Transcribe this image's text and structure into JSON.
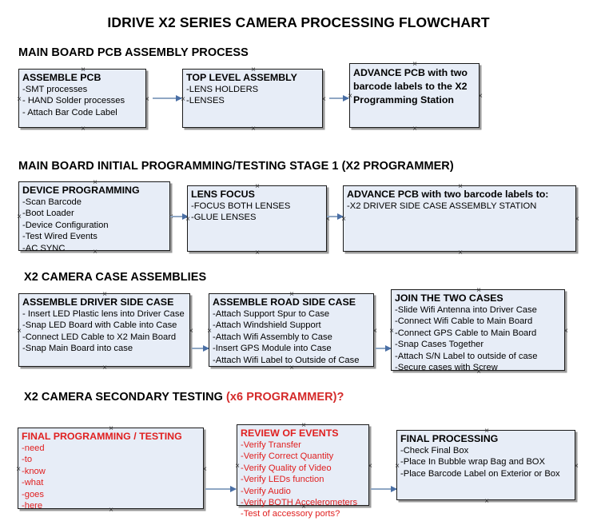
{
  "document": {
    "title": "IDRIVE X2  SERIES CAMERA PROCESSING FLOWCHART",
    "background_color": "#ffffff",
    "box_fill_color": "#e7edf7",
    "box_border_color": "#1a1a1a",
    "connector_color": "#8fa7c4",
    "accent_color": "#d42a2a",
    "red_text_color": "#e02020"
  },
  "sections": [
    {
      "id": "main-board-pcb-assembly",
      "heading": "MAIN BOARD PCB ASSEMBLY PROCESS",
      "heading_accent": "",
      "boxes": [
        {
          "id": "assemble-pcb",
          "title": "ASSEMBLE PCB",
          "lines": [
            "-SMT processes",
            "- HAND Solder processes",
            "- Attach Bar Code Label"
          ],
          "color": "black"
        },
        {
          "id": "top-level-assembly",
          "title": "TOP LEVEL ASSEMBLY",
          "lines": [
            "-LENS HOLDERS",
            "-LENSES"
          ],
          "color": "black"
        },
        {
          "id": "advance-pcb-to-x2-programming-station",
          "title": "ADVANCE PCB with two barcode labels to the  X2 Programming Station",
          "lines": [],
          "color": "black"
        }
      ]
    },
    {
      "id": "main-board-initial-programming",
      "heading": "MAIN BOARD INITIAL PROGRAMMING/TESTING STAGE 1 (X2 PROGRAMMER)",
      "heading_accent": "",
      "boxes": [
        {
          "id": "device-programming",
          "title": "DEVICE PROGRAMMING",
          "lines": [
            "-Scan Barcode",
            "-Boot Loader",
            "-Device Configuration",
            "-Test Wired Events",
            "-AC SYNC"
          ],
          "color": "black"
        },
        {
          "id": "lens-focus",
          "title": "LENS FOCUS",
          "lines": [
            "-FOCUS BOTH LENSES",
            "-GLUE LENSES"
          ],
          "color": "black"
        },
        {
          "id": "advance-pcb-to-driver-side-case-station",
          "title": "ADVANCE PCB with two barcode labels to:",
          "lines": [
            "-X2 DRIVER  SIDE  CASE  ASSEMBLY STATION"
          ],
          "color": "black"
        }
      ]
    },
    {
      "id": "x2-camera-case-assemblies",
      "heading": "X2 CAMERA CASE ASSEMBLIES",
      "heading_accent": "",
      "boxes": [
        {
          "id": "assemble-driver-side-case",
          "title": "ASSEMBLE DRIVER SIDE CASE",
          "lines": [
            "- Insert LED Plastic lens into Driver Case",
            "-Snap LED Board with Cable into Case",
            "-Connect LED Cable to X2 Main Board",
            "-Snap Main Board into case"
          ],
          "color": "black"
        },
        {
          "id": "assemble-road-side-case",
          "title": "ASSEMBLE ROAD SIDE CASE",
          "lines": [
            "-Attach Support Spur to Case",
            "-Attach Windshield Support",
            "-Attach Wifi Assembly to Case",
            "-Insert GPS Module into Case",
            "-Attach Wifi Label to Outside of Case"
          ],
          "color": "black"
        },
        {
          "id": "join-the-two-cases",
          "title": "JOIN THE TWO CASES",
          "lines": [
            "-Slide Wifi Antenna into Driver Case",
            "-Connect Wifi Cable to Main Board",
            "-Connect GPS Cable to Main Board",
            "-Snap Cases Together",
            "-Attach S/N Label to outside of case",
            "-Secure cases with Screw"
          ],
          "color": "black"
        }
      ]
    },
    {
      "id": "x2-camera-secondary-testing",
      "heading": "X2 CAMERA SECONDARY TESTING ",
      "heading_accent": "(x6 PROGRAMMER)?",
      "boxes": [
        {
          "id": "final-programming-testing",
          "title": "FINAL PROGRAMMING / TESTING",
          "lines": [
            "-need",
            "-to",
            "-know",
            "-what",
            "-goes",
            "-here"
          ],
          "color": "red"
        },
        {
          "id": "review-of-events",
          "title": "REVIEW OF EVENTS",
          "lines": [
            "-Verify Transfer",
            "-Verify Correct Quantity",
            "-Verify Quality of Video",
            "-Verify LEDs function",
            "-Verify Audio",
            "-Verify BOTH Accelerometers",
            "-Test of accessory ports?"
          ],
          "color": "red"
        },
        {
          "id": "final-processing",
          "title": "FINAL PROCESSING",
          "lines": [
            " -Check Final Box",
            "-Place In Bubble wrap Bag and BOX",
            "-Place Barcode Label on Exterior or Box"
          ],
          "color": "black"
        }
      ]
    }
  ]
}
